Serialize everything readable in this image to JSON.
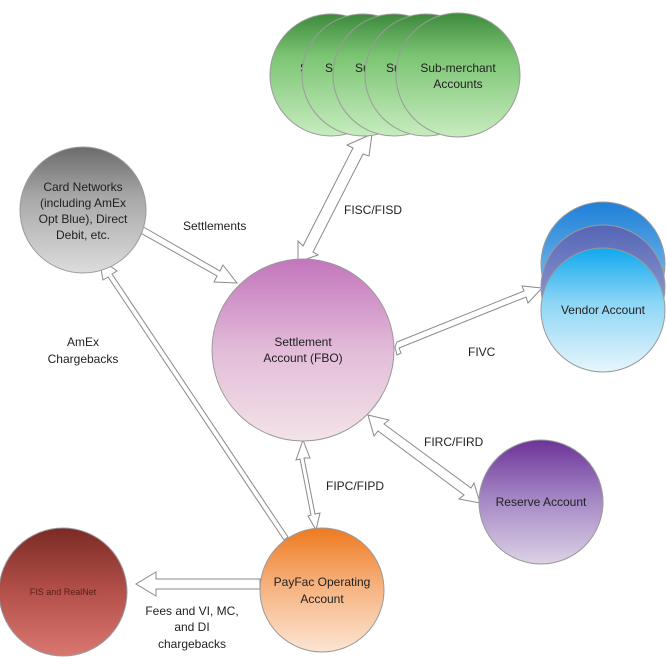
{
  "nodes": {
    "sub_merchant": {
      "label_lines": [
        "Sub-merchant",
        "Accounts"
      ],
      "stack_partial_label": "Su"
    },
    "card_networks": {
      "label_lines": [
        "Card Networks",
        "(including AmEx",
        "Opt Blue), Direct",
        "Debit, etc."
      ]
    },
    "settlement": {
      "label_lines": [
        "Settlement",
        "Account (FBO)"
      ]
    },
    "vendor": {
      "label_lines": [
        "Vendor Account"
      ]
    },
    "reserve": {
      "label_lines": [
        "Reserve Account"
      ]
    },
    "fis_realnet": {
      "label_lines": [
        "FIS and RealNet"
      ]
    },
    "payfac": {
      "label_lines": [
        "PayFac Operating",
        "Account"
      ]
    }
  },
  "edges": {
    "fisc_fisd": {
      "label_lines": [
        "FISC/FISD"
      ]
    },
    "settlements": {
      "label_lines": [
        "Settlements"
      ]
    },
    "amex_chargebacks": {
      "label_lines": [
        "AmEx",
        "Chargebacks"
      ]
    },
    "fivc": {
      "label_lines": [
        "FIVC"
      ]
    },
    "firc_fird": {
      "label_lines": [
        "FIRC/FIRD"
      ]
    },
    "fipc_fipd": {
      "label_lines": [
        "FIPC/FIPD"
      ]
    },
    "fees": {
      "label_lines": [
        "Fees and VI, MC,",
        "and DI",
        "chargebacks"
      ]
    }
  },
  "colors": {
    "sub_merchant": [
      "#3d8a3d",
      "#b9e8b0"
    ],
    "card_networks": [
      "#6b6b6b",
      "#d9d9d9"
    ],
    "settlement": [
      "#c375bd",
      "#f1dfe6"
    ],
    "vendor": [
      "#1f8fe0",
      "#e3f4fb"
    ],
    "reserve": [
      "#6c3399",
      "#d8cde3"
    ],
    "fis_realnet": [
      "#7b2a25",
      "#d2706a"
    ],
    "payfac": [
      "#ee7a1f",
      "#fbe3cf"
    ]
  }
}
